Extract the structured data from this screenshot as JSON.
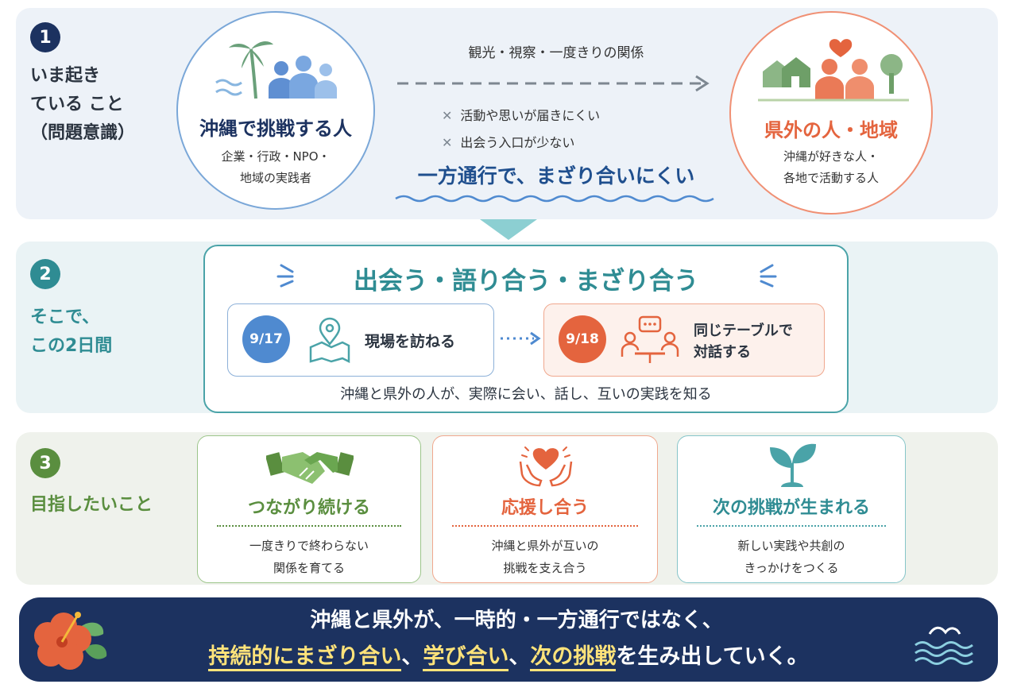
{
  "colors": {
    "blue": "#4f8ad0",
    "teal": "#2f8c93",
    "orange": "#e4643e",
    "green": "#5a8e3f",
    "navy": "#1c3260",
    "yellow_highlight": "#ffe37a"
  },
  "section1": {
    "number": "1",
    "label": "いま起き\nている こと\n（問題意識）",
    "left_circle": {
      "icons": [
        "palm-tree-icon",
        "people-icon"
      ],
      "title": "沖縄で挑戦する人",
      "subtitle": "企業・行政・NPO・\n地域の実践者"
    },
    "right_circle": {
      "icons": [
        "houses-icon",
        "heart-icon",
        "people-icon",
        "tree-icon"
      ],
      "title": "県外の人・地域",
      "subtitle": "沖縄が好きな人・\n各地で活動する人"
    },
    "relation_label": "観光・視察・一度きりの関係",
    "problems": [
      "活動や思いが届きにくい",
      "出会う入口が少ない"
    ],
    "summary": "一方通行で、まざり合いにくい"
  },
  "section2": {
    "number": "2",
    "label": "そこで、\nこの2日間",
    "headline": "出会う・語り合う・まざり合う",
    "day1": {
      "date": "9/17",
      "icon": "map-pin-icon",
      "text": "現場を訪ねる"
    },
    "day2": {
      "date": "9/18",
      "icon": "table-talk-icon",
      "text": "同じテーブルで\n対話する"
    },
    "caption": "沖縄と県外の人が、実際に会い、話し、互いの実践を知る"
  },
  "section3": {
    "number": "3",
    "label": "目指したいこと",
    "goals": [
      {
        "icon": "handshake-icon",
        "title": "つながり続ける",
        "subtitle": "一度きりで終わらない\n関係を育てる"
      },
      {
        "icon": "heart-hands-icon",
        "title": "応援し合う",
        "subtitle": "沖縄と県外が互いの\n挑戦を支え合う"
      },
      {
        "icon": "sprout-icon",
        "title": "次の挑戦が生まれる",
        "subtitle": "新しい実践や共創の\nきっかけをつくる"
      }
    ]
  },
  "banner": {
    "line1": "沖縄と県外が、一時的・一方通行ではなく、",
    "line2_parts": [
      "持続的にまざり合い",
      "、",
      "学び合い",
      "、",
      "次の挑戦",
      "を生み出していく。"
    ],
    "left_icon": "hibiscus-icon",
    "right_icon": "waves-icon"
  }
}
